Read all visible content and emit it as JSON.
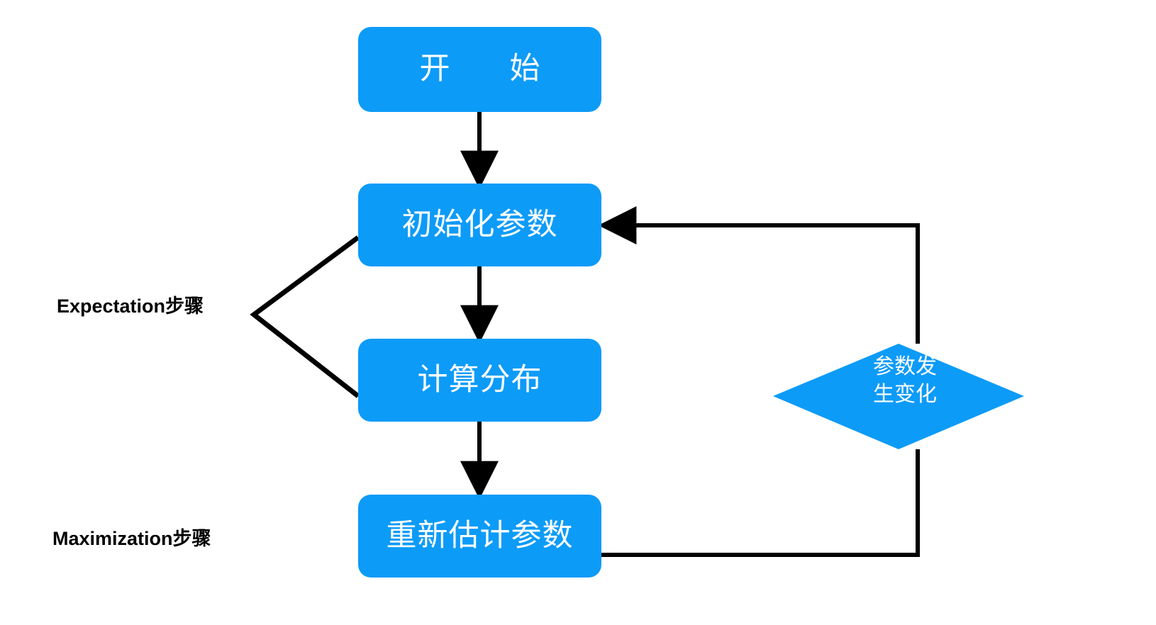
{
  "diagram": {
    "title": "EM algorithm flowchart",
    "background_color": "#ffffff",
    "node_fill_color": "#0d9bf8",
    "node_text_color": "#ffffff",
    "connector_color": "#000000",
    "nodes": [
      {
        "id": "start",
        "shape": "rounded-rectangle",
        "label": "开  始"
      },
      {
        "id": "init",
        "shape": "rounded-rectangle",
        "label": "初始化参数"
      },
      {
        "id": "distribute",
        "shape": "rounded-rectangle",
        "label": "计算分布"
      },
      {
        "id": "reestimate",
        "shape": "rounded-rectangle",
        "label": "重新估计参数"
      },
      {
        "id": "changed",
        "shape": "diamond",
        "label": "参数发\n生变化"
      }
    ],
    "annotations": [
      {
        "id": "expectation",
        "label": "Expectation步骤"
      },
      {
        "id": "maximization",
        "label": "Maximization步骤"
      }
    ]
  }
}
